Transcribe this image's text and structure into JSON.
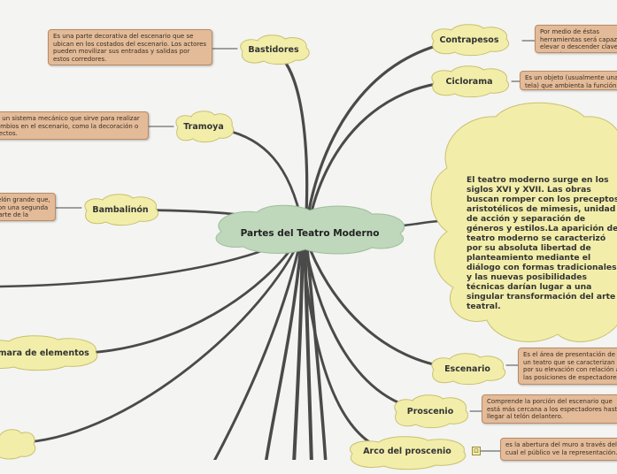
{
  "central": {
    "title": "Partes del Teatro Moderno"
  },
  "colors": {
    "cloud_fill": "#f2eeaa",
    "cloud_stroke": "#c9c070",
    "central_fill": "#bfd8bc",
    "note_fill": "#e3bb98",
    "link": "#4a4a4a"
  },
  "description": "El teatro moderno surge en los siglos XVI y XVII. Las obras buscan romper con los preceptos aristotélicos de mimesis, unidad de acción y separación de géneros y estilos.La aparición del teatro moderno se caracterizó por su absoluta libertad de planteamiento mediante el diálogo con formas tradicionales y las nuevas posibilidades técnicas darían lugar a una singular transformación del arte teatral.",
  "topics": [
    {
      "id": "bastidores",
      "label": "Bastidores",
      "note": "Es una parte decorativa del escenario que se ubican en los costados del escenario. Los actores pueden movilizar sus entradas y salidas por estos corredores."
    },
    {
      "id": "contrapesos",
      "label": "Contrapesos",
      "note": "Por medio de éstas herramientas será capaz de elevar o descender clave para el acto."
    },
    {
      "id": "ciclorama",
      "label": "Ciclorama",
      "note": "Es un objeto (usualmente una tela) que ambienta la función teatral."
    },
    {
      "id": "tramoya",
      "label": "Tramoya",
      "note": "Es un sistema mecánico que sirve para realizar cambios en el escenario, como la decoración o efectos."
    },
    {
      "id": "bambalinon",
      "label": "Bambalinón",
      "note": "Telón grande que, con una segunda parte de la escena."
    },
    {
      "id": "elementos",
      "label": "Cámara de elementos"
    },
    {
      "id": "escenario",
      "label": "Escenario",
      "note": "Es el área de presentación de un teatro que se caracterizan por su elevación con relación a las posiciones de espectadores."
    },
    {
      "id": "proscenio",
      "label": "Proscenio",
      "note": "Comprende la porción del escenario que está más cercana a los espectadores hasta llegar al telón delantero."
    },
    {
      "id": "arco",
      "label": "Arco del proscenio",
      "note": "es la abertura del muro a través del cual el público ve la representación."
    }
  ]
}
